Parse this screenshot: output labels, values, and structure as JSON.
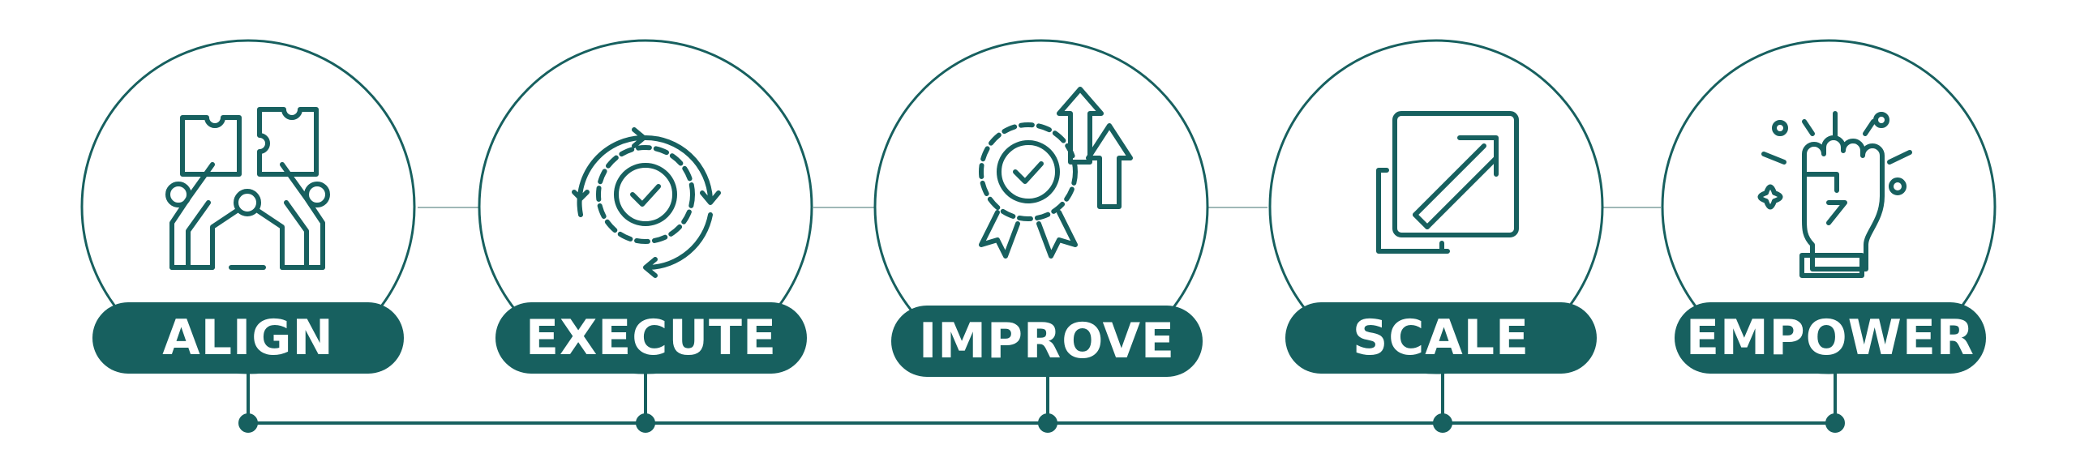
{
  "colors": {
    "primary": "#17605f",
    "background": "#ffffff"
  },
  "steps": [
    {
      "label": "ALIGN",
      "icon": "puzzle-teamwork-icon"
    },
    {
      "label": "EXECUTE",
      "icon": "gear-cycle-check-icon"
    },
    {
      "label": "IMPROVE",
      "icon": "badge-growth-arrows-icon"
    },
    {
      "label": "SCALE",
      "icon": "resize-expand-icon"
    },
    {
      "label": "EMPOWER",
      "icon": "raised-fist-icon"
    }
  ]
}
